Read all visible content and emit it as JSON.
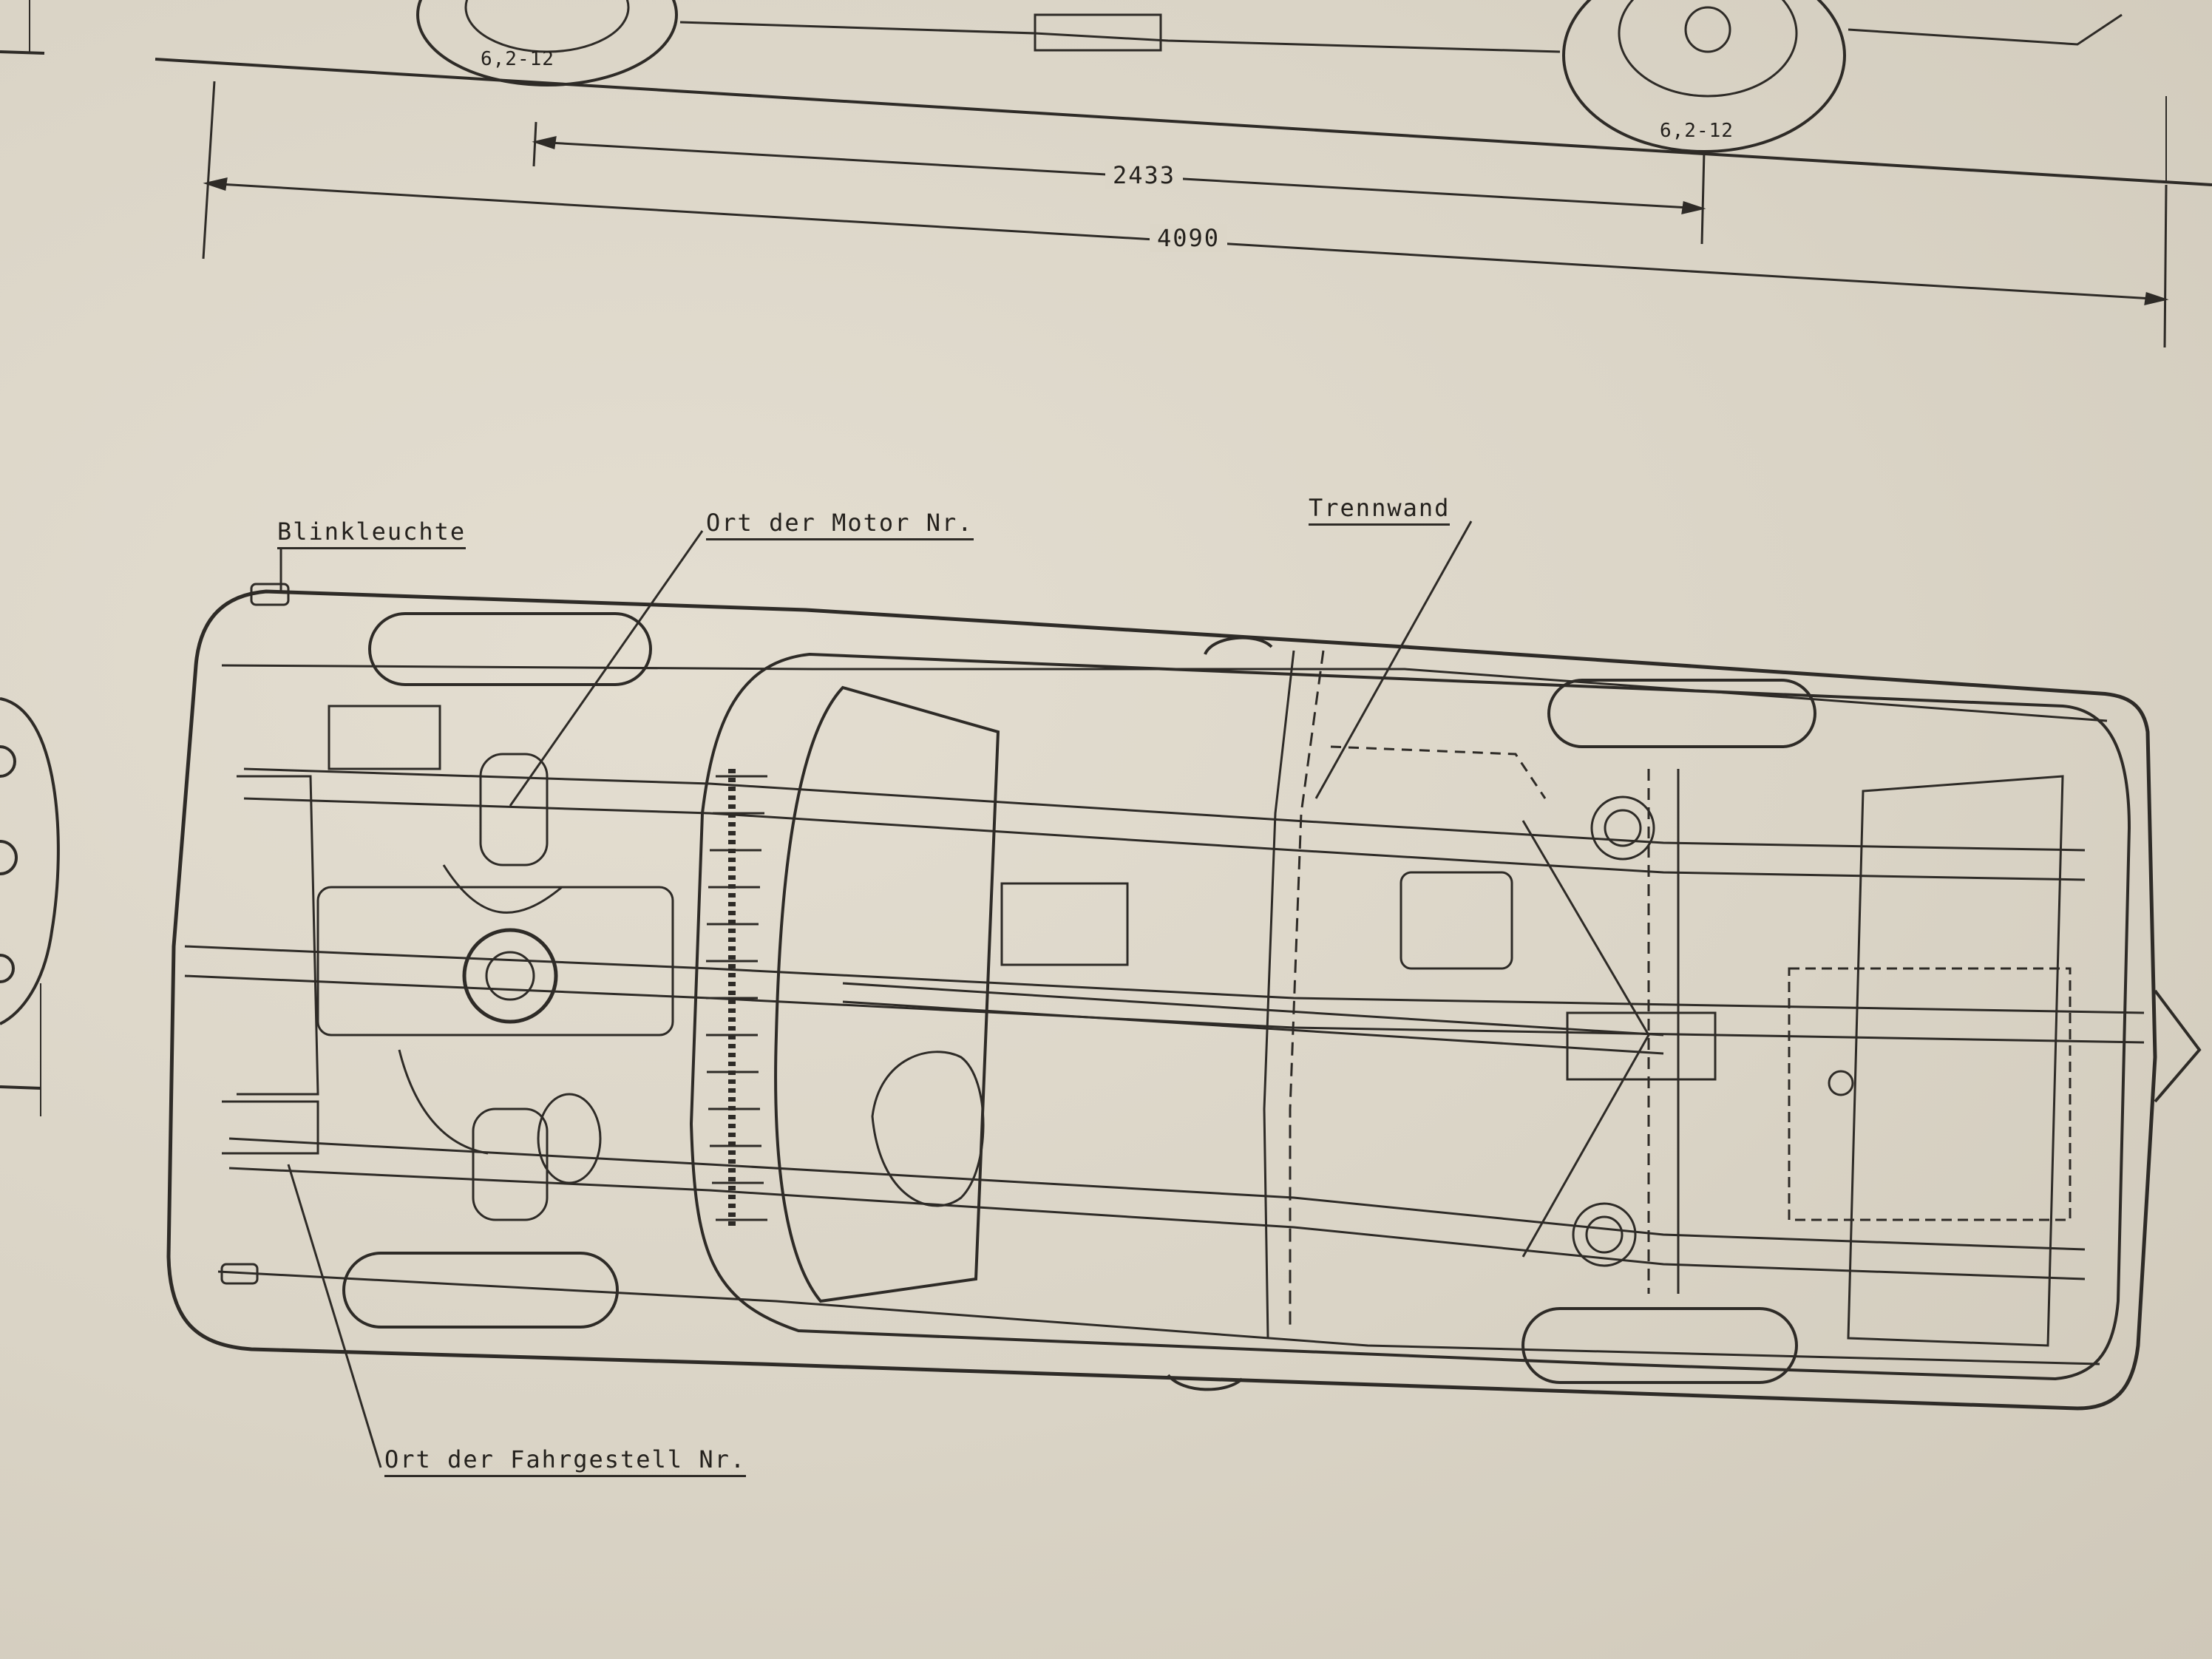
{
  "labels": {
    "blinkleuchte": "Blinkleuchte",
    "motor_nr": "Ort der Motor Nr.",
    "trennwand": "Trennwand",
    "fahrgestell_nr": "Ort der Fahrgestell Nr."
  },
  "dimensions": {
    "wheelbase": "2433",
    "overall_length": "4090"
  },
  "tires": {
    "front": "6,2-12",
    "rear": "6,2-12"
  },
  "colors": {
    "paper": "#dcd6c8",
    "ink": "#2e2b27"
  }
}
